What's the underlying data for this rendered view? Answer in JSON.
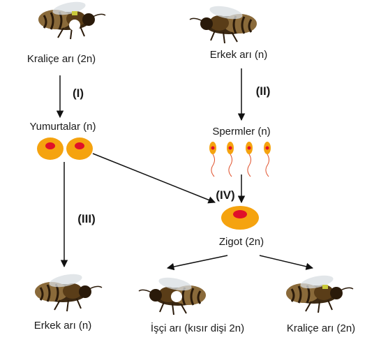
{
  "nodes": {
    "queen_parent": "Kraliçe arı (2n)",
    "drone_parent": "Erkek arı (n)",
    "eggs": "Yumurtalar (n)",
    "sperms": "Spermler (n)",
    "zygote": "Zigot (2n)",
    "drone_offspring": "Erkek arı (n)",
    "worker_offspring": "İşçi arı (kısır dişi 2n)",
    "queen_offspring": "Kraliçe arı (2n)"
  },
  "steps": {
    "I": "(I)",
    "II": "(II)",
    "III": "(III)",
    "IV": "(IV)"
  },
  "colors": {
    "cell_fill": "#f5a30f",
    "nucleus": "#e0102a",
    "arrow": "#111111",
    "bee_body": "#6b4a1e",
    "bee_stripe": "#2a1a0a"
  },
  "icons": {
    "bee": "bee-photo-icon",
    "egg": "egg-cell-icon",
    "sperm": "sperm-cell-icon",
    "zygote": "zygote-cell-icon"
  }
}
